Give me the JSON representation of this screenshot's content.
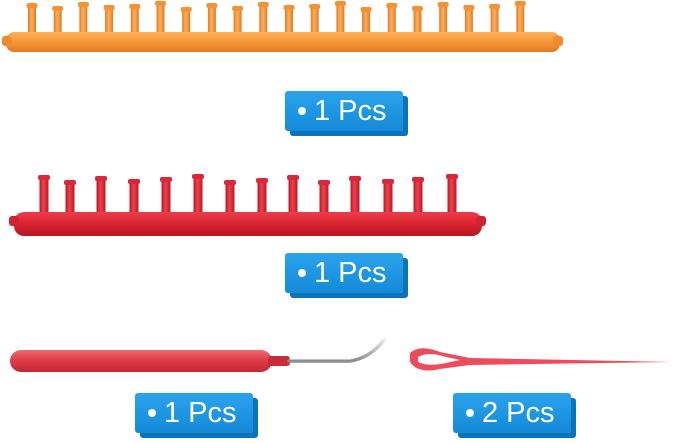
{
  "items": [
    {
      "label": "1 Pcs",
      "color": "#f5953a",
      "object": "orange loom"
    },
    {
      "label": "1 Pcs",
      "color": "#d8263a",
      "object": "red loom"
    },
    {
      "label": "1 Pcs",
      "color": "#df3a48",
      "object": "hook tool"
    },
    {
      "label": "2 Pcs",
      "color": "#ef4a5a",
      "object": "needle"
    }
  ],
  "badge_color": "#1a93e0",
  "badge_shadow_color": "#0d73b8"
}
